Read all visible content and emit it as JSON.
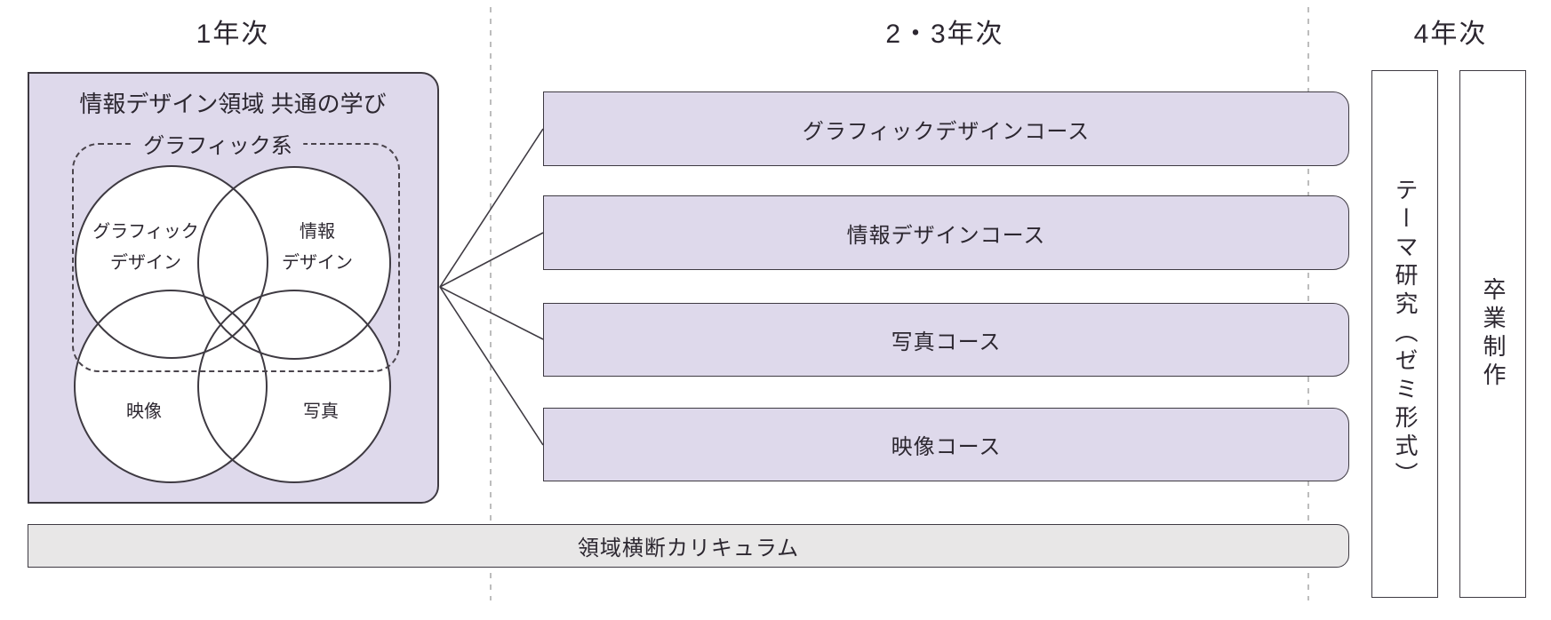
{
  "headers": {
    "year1": "1年次",
    "year2_3": "2・3年次",
    "year4": "4年次"
  },
  "first_year_box": {
    "title": "情報デザイン領域 共通の学び",
    "graphic_group_label": "グラフィック系",
    "venn_circles": {
      "graphic_design": [
        "グラフィック",
        "デザイン"
      ],
      "info_design": [
        "情報",
        "デザイン"
      ],
      "video": "映像",
      "photo": "写真"
    }
  },
  "courses": [
    {
      "label": "グラフィックデザインコース"
    },
    {
      "label": "情報デザインコース"
    },
    {
      "label": "写真コース"
    },
    {
      "label": "映像コース"
    }
  ],
  "cross_domain_bar": {
    "label": "領域横断カリキュラム"
  },
  "fourth_year_bars": [
    {
      "label": "テーマ研究（ゼミ形式）"
    },
    {
      "label": "卒業制作"
    }
  ],
  "colors": {
    "box_purple": "#ded9eb",
    "bar_gray": "#e8e7e7",
    "border_dark": "#3e3a42",
    "text": "#2c2730",
    "guide_gray": "#bdbdbd"
  }
}
